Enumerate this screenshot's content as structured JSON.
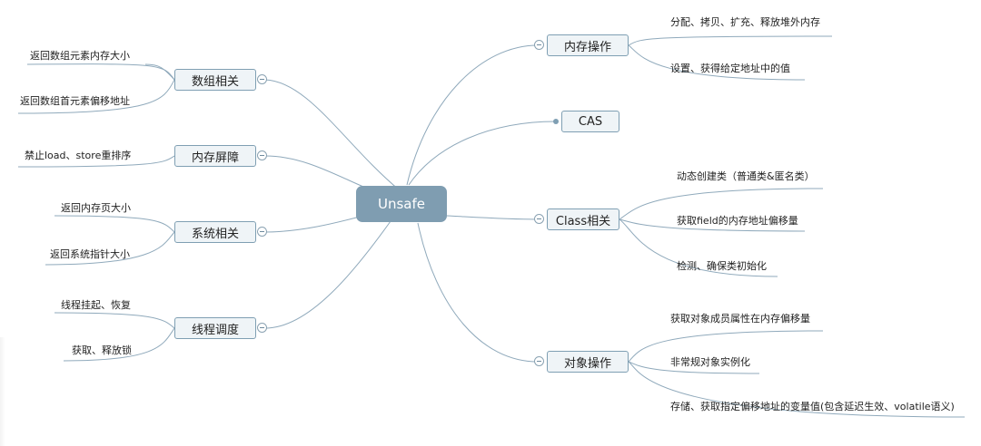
{
  "root": {
    "label": "Unsafe"
  },
  "left_branches": [
    {
      "label": "数组相关",
      "leaves": [
        "返回数组元素内存大小",
        "返回数组首元素偏移地址"
      ]
    },
    {
      "label": "内存屏障",
      "leaves": [
        "禁止load、store重排序"
      ]
    },
    {
      "label": "系统相关",
      "leaves": [
        "返回内存页大小",
        "返回系统指针大小"
      ]
    },
    {
      "label": "线程调度",
      "leaves": [
        "线程挂起、恢复",
        "获取、释放锁"
      ]
    }
  ],
  "right_branches": [
    {
      "label": "内存操作",
      "leaves": [
        "分配、拷贝、扩充、释放堆外内存",
        "设置、获得给定地址中的值"
      ]
    },
    {
      "label": "CAS",
      "leaves": []
    },
    {
      "label": "Class相关",
      "leaves": [
        "动态创建类（普通类&匿名类）",
        "获取field的内存地址偏移量",
        "检测、确保类初始化"
      ]
    },
    {
      "label": "对象操作",
      "leaves": [
        "获取对象成员属性在内存偏移量",
        "非常规对象实例化",
        "存储、获取指定偏移地址的变量值(包含延迟生效、volatile语义)"
      ]
    }
  ],
  "colors": {
    "line": "#8fa9bb",
    "node_fill": "#eff4f7",
    "node_border": "#7f9fb3",
    "root_fill": "#7f9db1"
  }
}
